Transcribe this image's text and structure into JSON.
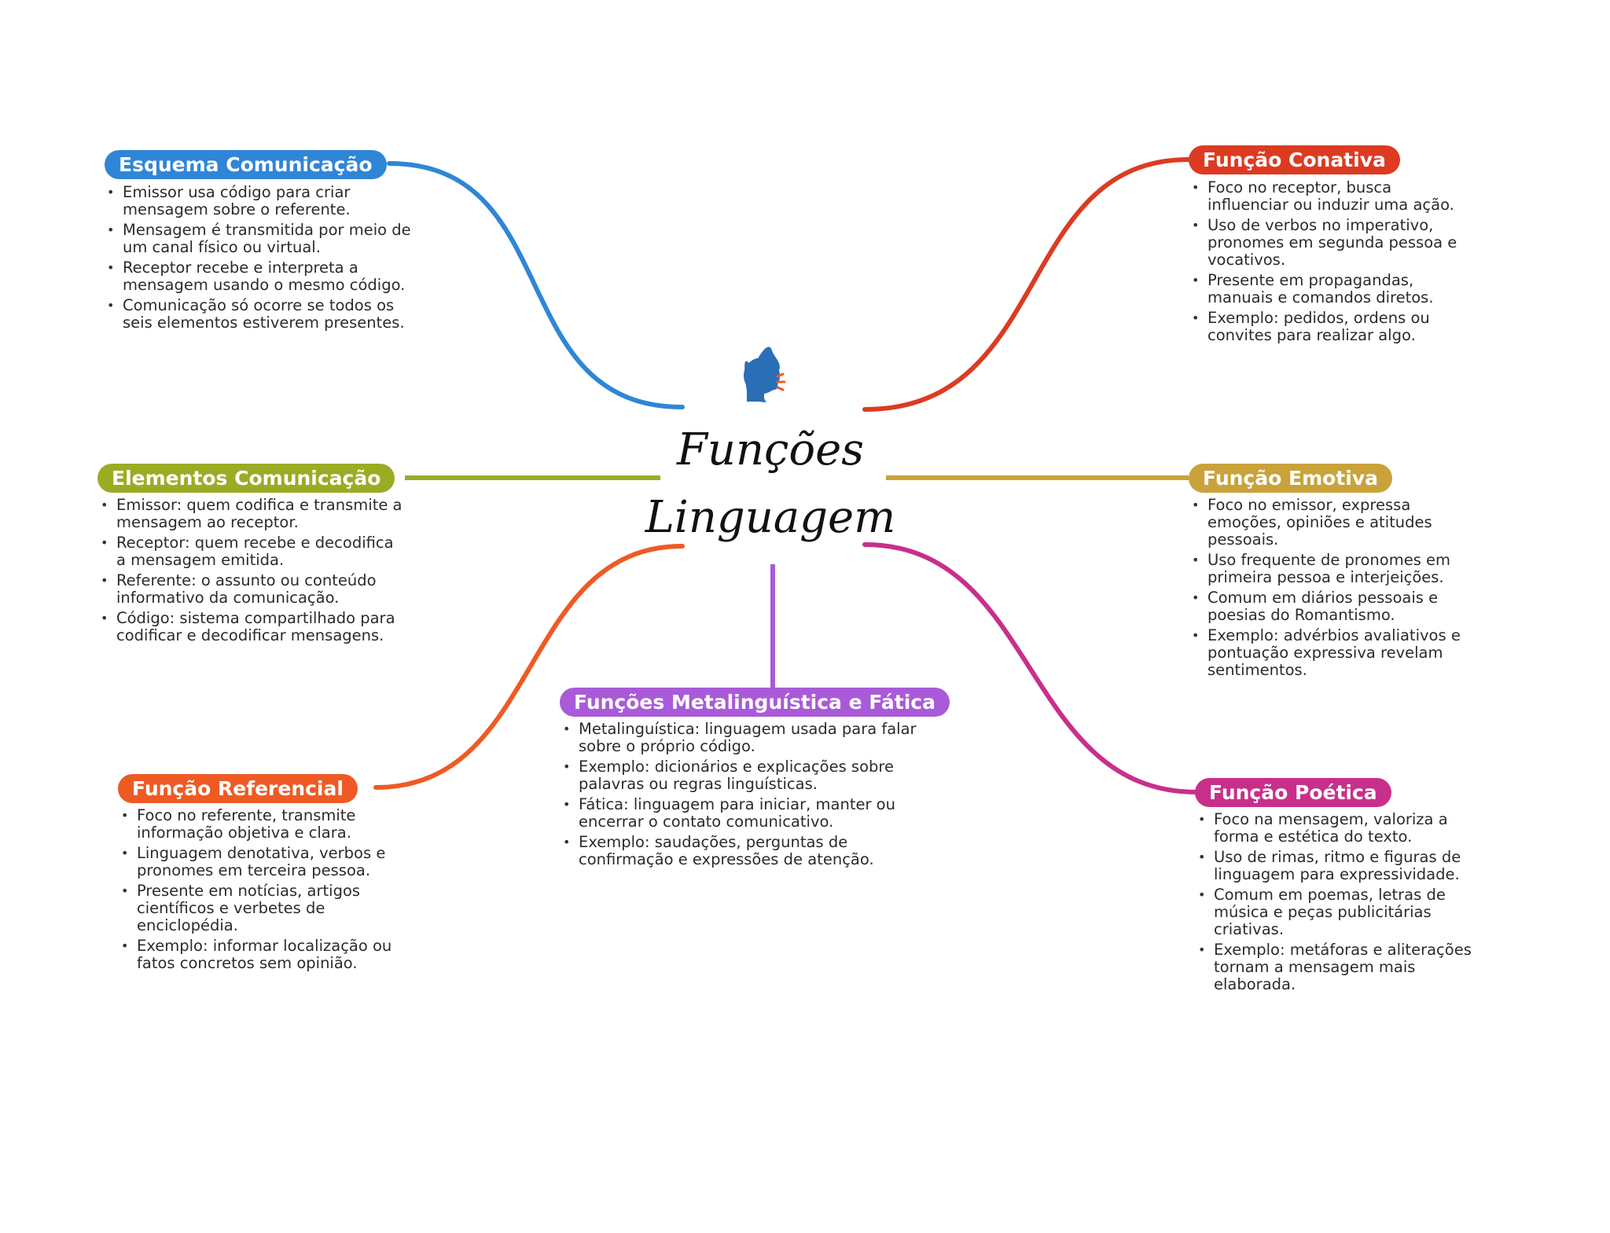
{
  "center": {
    "title_line1": "Funções",
    "title_line2": "Linguagem",
    "icon": "speaking-head-icon"
  },
  "colors": {
    "esquema": "#2f86d6",
    "elementos": "#9aac24",
    "referencial": "#ef5a24",
    "metalinguistica": "#a95ad8",
    "conativa": "#dc3b22",
    "emotiva": "#c9a23a",
    "poetica": "#c82f8b"
  },
  "branches": {
    "esquema": {
      "label": "Esquema Comunicação",
      "items": [
        "Emissor usa código para criar mensagem sobre o referente.",
        "Mensagem é transmitida por meio de um canal físico ou virtual.",
        "Receptor recebe e interpreta a mensagem usando o mesmo código.",
        "Comunicação só ocorre se todos os seis elementos estiverem presentes."
      ]
    },
    "elementos": {
      "label": "Elementos Comunicação",
      "items": [
        "Emissor: quem codifica e transmite a mensagem ao receptor.",
        "Receptor: quem recebe e decodifica a mensagem emitida.",
        "Referente: o assunto ou conteúdo informativo da comunicação.",
        "Código: sistema compartilhado para codificar e decodificar mensagens."
      ]
    },
    "referencial": {
      "label": "Função Referencial",
      "items": [
        "Foco no referente, transmite informação objetiva e clara.",
        "Linguagem denotativa, verbos e pronomes em terceira pessoa.",
        "Presente em notícias, artigos científicos e verbetes de enciclopédia.",
        "Exemplo: informar localização ou fatos concretos sem opinião."
      ]
    },
    "metalinguistica": {
      "label": "Funções Metalinguística e Fática",
      "items": [
        "Metalinguística: linguagem usada para falar sobre o próprio código.",
        "Exemplo: dicionários e explicações sobre palavras ou regras linguísticas.",
        "Fática: linguagem para iniciar, manter ou encerrar o contato comunicativo.",
        "Exemplo: saudações, perguntas de confirmação e expressões de atenção."
      ]
    },
    "conativa": {
      "label": "Função Conativa",
      "items": [
        "Foco no receptor, busca influenciar ou induzir uma ação.",
        "Uso de verbos no imperativo, pronomes em segunda pessoa e vocativos.",
        "Presente em propagandas, manuais e comandos diretos.",
        "Exemplo: pedidos, ordens ou convites para realizar algo."
      ]
    },
    "emotiva": {
      "label": "Função Emotiva",
      "items": [
        "Foco no emissor, expressa emoções, opiniões e atitudes pessoais.",
        "Uso frequente de pronomes em primeira pessoa e interjeições.",
        "Comum em diários pessoais e poesias do Romantismo.",
        "Exemplo: advérbios avaliativos e pontuação expressiva revelam sentimentos."
      ]
    },
    "poetica": {
      "label": "Função Poética",
      "items": [
        "Foco na mensagem, valoriza a forma e estética do texto.",
        "Uso de rimas, ritmo e figuras de linguagem para expressividade.",
        "Comum em poemas, letras de música e peças publicitárias criativas.",
        "Exemplo: metáforas e aliterações tornam a mensagem mais elaborada."
      ]
    }
  }
}
